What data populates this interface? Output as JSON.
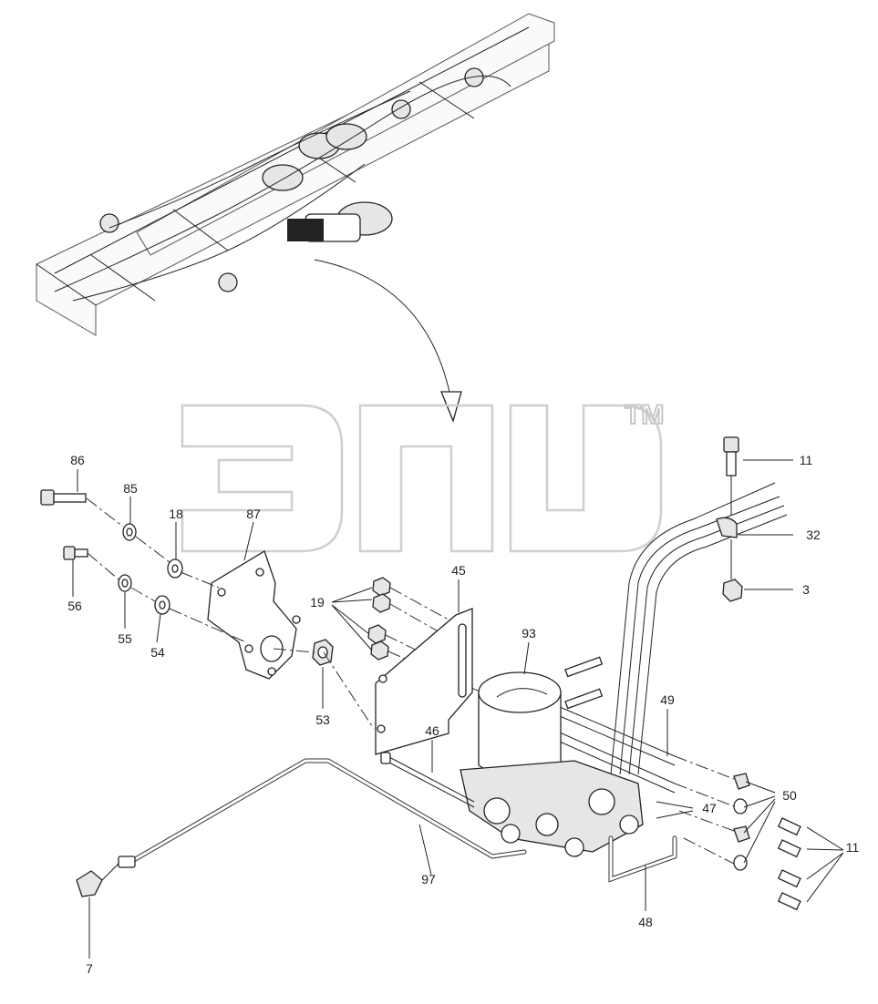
{
  "watermark": {
    "trademark": "TM"
  },
  "callouts": [
    {
      "id": "c86",
      "text": "86"
    },
    {
      "id": "c85",
      "text": "85"
    },
    {
      "id": "c18",
      "text": "18"
    },
    {
      "id": "c87",
      "text": "87"
    },
    {
      "id": "c56",
      "text": "56"
    },
    {
      "id": "c55",
      "text": "55"
    },
    {
      "id": "c54",
      "text": "54"
    },
    {
      "id": "c53",
      "text": "53"
    },
    {
      "id": "c19",
      "text": "19"
    },
    {
      "id": "c45",
      "text": "45"
    },
    {
      "id": "c93",
      "text": "93"
    },
    {
      "id": "c46",
      "text": "46"
    },
    {
      "id": "c49",
      "text": "49"
    },
    {
      "id": "c47",
      "text": "47"
    },
    {
      "id": "c50",
      "text": "50"
    },
    {
      "id": "c11a",
      "text": "11"
    },
    {
      "id": "c32",
      "text": "32"
    },
    {
      "id": "c3",
      "text": "3"
    },
    {
      "id": "c11b",
      "text": "11"
    },
    {
      "id": "c97",
      "text": "97"
    },
    {
      "id": "c48",
      "text": "48"
    },
    {
      "id": "c7",
      "text": "7"
    }
  ]
}
